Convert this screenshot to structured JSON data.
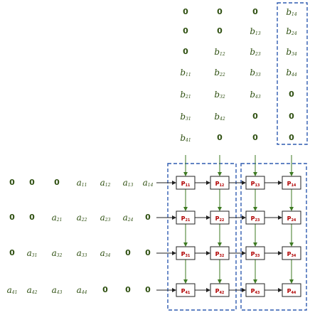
{
  "colors": {
    "term": "#2e4f10",
    "pe_label": "#b00000",
    "dashed_group": "#2f5bb0",
    "vertical_flow": "#3d7a22",
    "horizontal_flow": "#222222"
  },
  "b_matrix_columns": [
    [
      "0",
      "0",
      "0",
      "b|11",
      "b|21",
      "b|31",
      "b|41"
    ],
    [
      "0",
      "0",
      "b|12",
      "b|22",
      "b|32",
      "b|42",
      "0"
    ],
    [
      "0",
      "b|13",
      "b|23",
      "b|33",
      "b|43",
      "0",
      "0"
    ],
    [
      "b|14",
      "b|24",
      "b|34",
      "b|44",
      "0",
      "0",
      "0"
    ]
  ],
  "a_matrix_rows": [
    [
      "0",
      "0",
      "0",
      "a|11",
      "a|12",
      "a|13",
      "a|14"
    ],
    [
      "0",
      "0",
      "a|21",
      "a|22",
      "a|23",
      "a|24",
      "0"
    ],
    [
      "0",
      "a|31",
      "a|32",
      "a|33",
      "a|34",
      "0",
      "0"
    ],
    [
      "a|41",
      "a|42",
      "a|43",
      "a|44",
      "0",
      "0",
      "0"
    ]
  ],
  "pe_grid": [
    [
      [
        "P",
        "11"
      ],
      [
        "P",
        "12"
      ],
      [
        "P",
        "13"
      ],
      [
        "P",
        "14"
      ]
    ],
    [
      [
        "P",
        "21"
      ],
      [
        "P",
        "22"
      ],
      [
        "P",
        "23"
      ],
      [
        "P",
        "24"
      ]
    ],
    [
      [
        "P",
        "31"
      ],
      [
        "P",
        "32"
      ],
      [
        "P",
        "33"
      ],
      [
        "P",
        "34"
      ]
    ],
    [
      [
        "P",
        "41"
      ],
      [
        "P",
        "42"
      ],
      [
        "P",
        "43"
      ],
      [
        "P",
        "44"
      ]
    ]
  ]
}
